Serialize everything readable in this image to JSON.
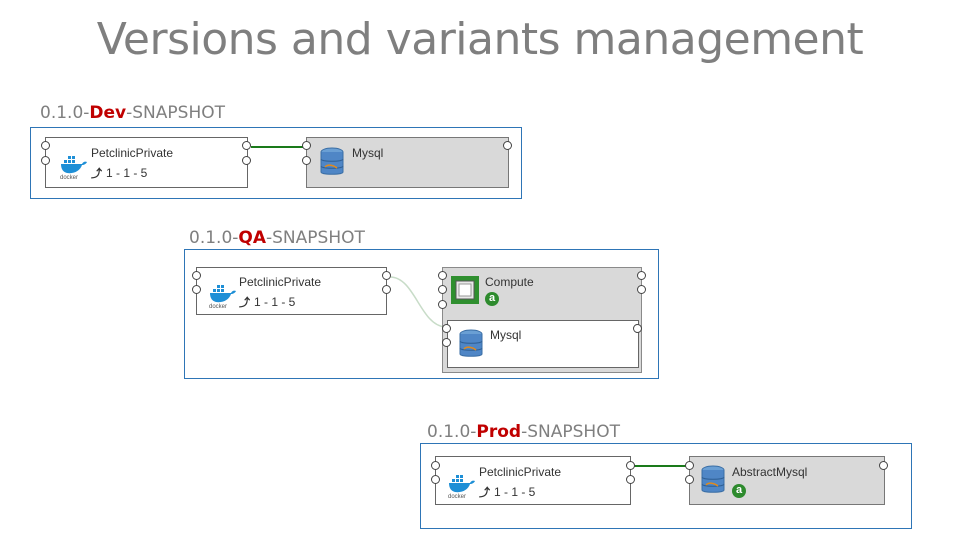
{
  "title": "Versions and variants management",
  "variants": [
    {
      "prefix": "0.1.0-",
      "env": "Dev",
      "suffix": "-SNAPSHOT",
      "app": {
        "name": "PetclinicPrivate",
        "version": "1 - 1 - 5",
        "logo": "docker"
      },
      "db": {
        "name": "Mysql"
      }
    },
    {
      "prefix": "0.1.0-",
      "env": "QA",
      "suffix": "-SNAPSHOT",
      "app": {
        "name": "PetclinicPrivate",
        "version": "1 - 1 - 5",
        "logo": "docker"
      },
      "compute": {
        "name": "Compute",
        "badge": "a"
      },
      "db": {
        "name": "Mysql"
      }
    },
    {
      "prefix": "0.1.0-",
      "env": "Prod",
      "suffix": "-SNAPSHOT",
      "app": {
        "name": "PetclinicPrivate",
        "version": "1 - 1 - 5",
        "logo": "docker"
      },
      "db": {
        "name": "AbstractMysql",
        "badge": "a"
      }
    }
  ],
  "colors": {
    "panel_border": "#2e75b6",
    "env_accent": "#c00000",
    "link_green": "#1a7a1a",
    "title_grey": "#7f7f7f"
  }
}
